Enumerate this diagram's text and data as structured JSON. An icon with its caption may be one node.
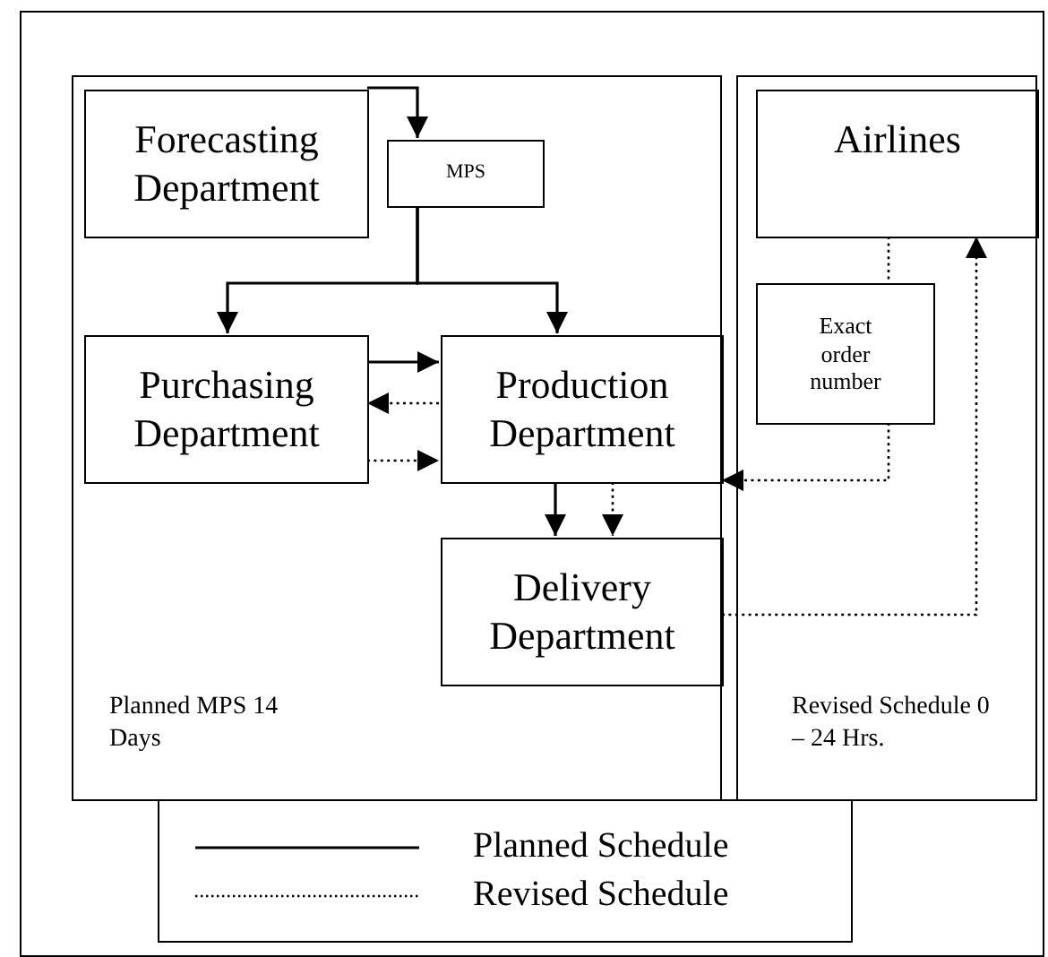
{
  "diagram": {
    "nodes": [
      {
        "text": [
          "Planned MPS 14 Days"
        ]
      },
      {
        "text": [
          "Forecasting Department"
        ],
        "in": 0
      },
      {
        "text": [
          "MPS"
        ],
        "in": 0
      },
      {
        "text": [
          "Purchasing Department"
        ],
        "in": 0
      },
      {
        "text": [
          "Production Department"
        ],
        "in": 0
      },
      {
        "text": [
          "Delivery Department"
        ],
        "in": 0
      },
      {
        "text": [
          "Revised Schedule 0 – 24 Hrs."
        ]
      },
      {
        "text": [
          "Airlines"
        ],
        "in": 6
      },
      {
        "text": [
          "Exact order number"
        ],
        "in": 6
      }
    ],
    "edges": [
      {
        "from": 1,
        "to": 2,
        "arrow": "to"
      },
      {
        "from": 2,
        "to": 3,
        "arrow": "to"
      },
      {
        "from": 2,
        "to": 4,
        "arrow": "to"
      },
      {
        "from": 3,
        "to": 4,
        "arrow": "to"
      },
      {
        "from": 4,
        "to": 3,
        "arrow": "to",
        "style": "dashed"
      },
      {
        "from": 3,
        "to": 4,
        "arrow": "to",
        "style": "dashed"
      },
      {
        "from": 4,
        "to": 5,
        "arrow": "to"
      },
      {
        "from": 4,
        "to": 5,
        "arrow": "to",
        "style": "dashed"
      },
      {
        "from": 5,
        "to": 7,
        "arrow": "to",
        "style": "dashed"
      },
      {
        "from": 7,
        "to": 8,
        "arrow": "none",
        "style": "dashed"
      },
      {
        "from": 8,
        "to": 4,
        "arrow": "to",
        "style": "dashed"
      }
    ],
    "legend": [
      {
        "text": "Planned Schedule"
      },
      {
        "text": "Revised Schedule"
      }
    ]
  }
}
